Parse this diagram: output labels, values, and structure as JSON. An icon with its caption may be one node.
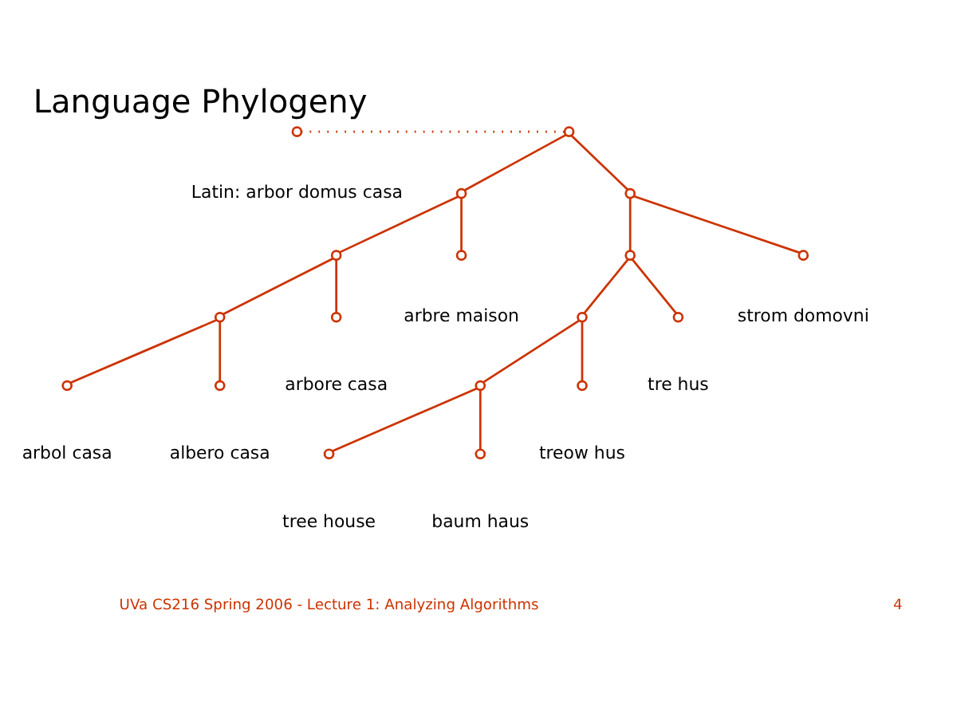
{
  "diagram": {
    "title": "Language Phylogeny",
    "nodes": [
      {
        "text": [],
        "shape": "circle",
        "beside": [
          "Latin: arbor domus casa"
        ]
      },
      {
        "text": [],
        "shape": "circle"
      },
      {
        "text": [],
        "shape": "circle"
      },
      {
        "text": [],
        "shape": "circle"
      },
      {
        "text": [],
        "shape": "circle"
      },
      {
        "text": [],
        "shape": "circle",
        "beside": [
          "arbre maison"
        ]
      },
      {
        "text": [],
        "shape": "circle"
      },
      {
        "text": [],
        "shape": "circle",
        "beside": [
          "arbore casa"
        ]
      },
      {
        "text": [],
        "shape": "circle",
        "beside": [
          "arbol casa"
        ]
      },
      {
        "text": [],
        "shape": "circle",
        "beside": [
          "albero casa"
        ]
      },
      {
        "text": [],
        "shape": "circle"
      },
      {
        "text": [],
        "shape": "circle",
        "beside": [
          "strom domovni"
        ]
      },
      {
        "text": [],
        "shape": "circle"
      },
      {
        "text": [],
        "shape": "circle",
        "beside": [
          "tre hus"
        ]
      },
      {
        "text": [],
        "shape": "circle"
      },
      {
        "text": [],
        "shape": "circle",
        "beside": [
          "treow hus"
        ]
      },
      {
        "text": [],
        "shape": "circle",
        "beside": [
          "tree house"
        ]
      },
      {
        "text": [],
        "shape": "circle",
        "beside": [
          "baum haus"
        ]
      }
    ],
    "edges": [
      {
        "from": 1,
        "to": 0,
        "arrow": "none",
        "style": "dashed"
      },
      {
        "from": 1,
        "to": 2,
        "arrow": "none"
      },
      {
        "from": 1,
        "to": 3,
        "arrow": "none"
      },
      {
        "from": 2,
        "to": 4,
        "arrow": "none"
      },
      {
        "from": 2,
        "to": 5,
        "arrow": "none"
      },
      {
        "from": 4,
        "to": 6,
        "arrow": "none"
      },
      {
        "from": 4,
        "to": 7,
        "arrow": "none"
      },
      {
        "from": 6,
        "to": 8,
        "arrow": "none"
      },
      {
        "from": 6,
        "to": 9,
        "arrow": "none"
      },
      {
        "from": 3,
        "to": 10,
        "arrow": "none"
      },
      {
        "from": 3,
        "to": 11,
        "arrow": "none"
      },
      {
        "from": 10,
        "to": 12,
        "arrow": "none"
      },
      {
        "from": 10,
        "to": 13,
        "arrow": "none"
      },
      {
        "from": 12,
        "to": 14,
        "arrow": "none"
      },
      {
        "from": 12,
        "to": 15,
        "arrow": "none"
      },
      {
        "from": 14,
        "to": 16,
        "arrow": "none"
      },
      {
        "from": 14,
        "to": 17,
        "arrow": "none"
      }
    ],
    "labels": [
      "UVa CS216 Spring 2006 - Lecture 1: Analyzing Algorithms",
      "4"
    ]
  }
}
